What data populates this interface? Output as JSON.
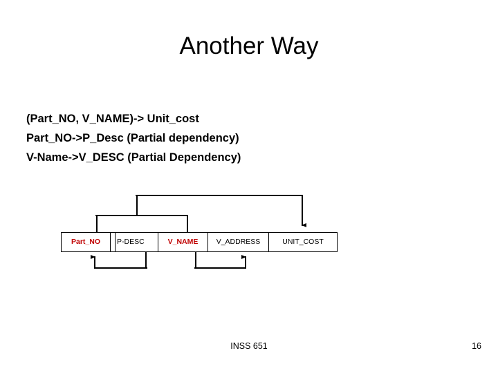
{
  "slide": {
    "title": "Another Way",
    "dependencies": [
      "(Part_NO, V_NAME)-> Unit_cost",
      "Part_NO->P_Desc (Partial dependency)",
      "V-Name->V_DESC (Partial Dependency)"
    ],
    "relation": {
      "columns": [
        {
          "label": "Part_NO",
          "highlight": true
        },
        {
          "label": "",
          "highlight": false
        },
        {
          "label": "P-DESC",
          "highlight": false
        },
        {
          "label": "V_NAME",
          "highlight": true
        },
        {
          "label": "V_ADDRESS",
          "highlight": false
        },
        {
          "label": "UNIT_COST",
          "highlight": false
        }
      ]
    },
    "dependency_arrows": [
      {
        "name": "composite-key-to-unit-cost",
        "from": [
          "Part_NO",
          "V_NAME"
        ],
        "to": "UNIT_COST",
        "direction": "above"
      },
      {
        "name": "part-no-to-p-desc",
        "from": [
          "Part_NO"
        ],
        "to": "P-DESC",
        "direction": "below"
      },
      {
        "name": "v-name-to-v-address",
        "from": [
          "V_NAME"
        ],
        "to": "V_ADDRESS",
        "direction": "below"
      }
    ],
    "footer": {
      "course": "INSS 651",
      "page_number": "16"
    },
    "colors": {
      "key_attribute": "#C00000",
      "text": "#000000",
      "background": "#FFFFFF",
      "line": "#000000"
    }
  }
}
